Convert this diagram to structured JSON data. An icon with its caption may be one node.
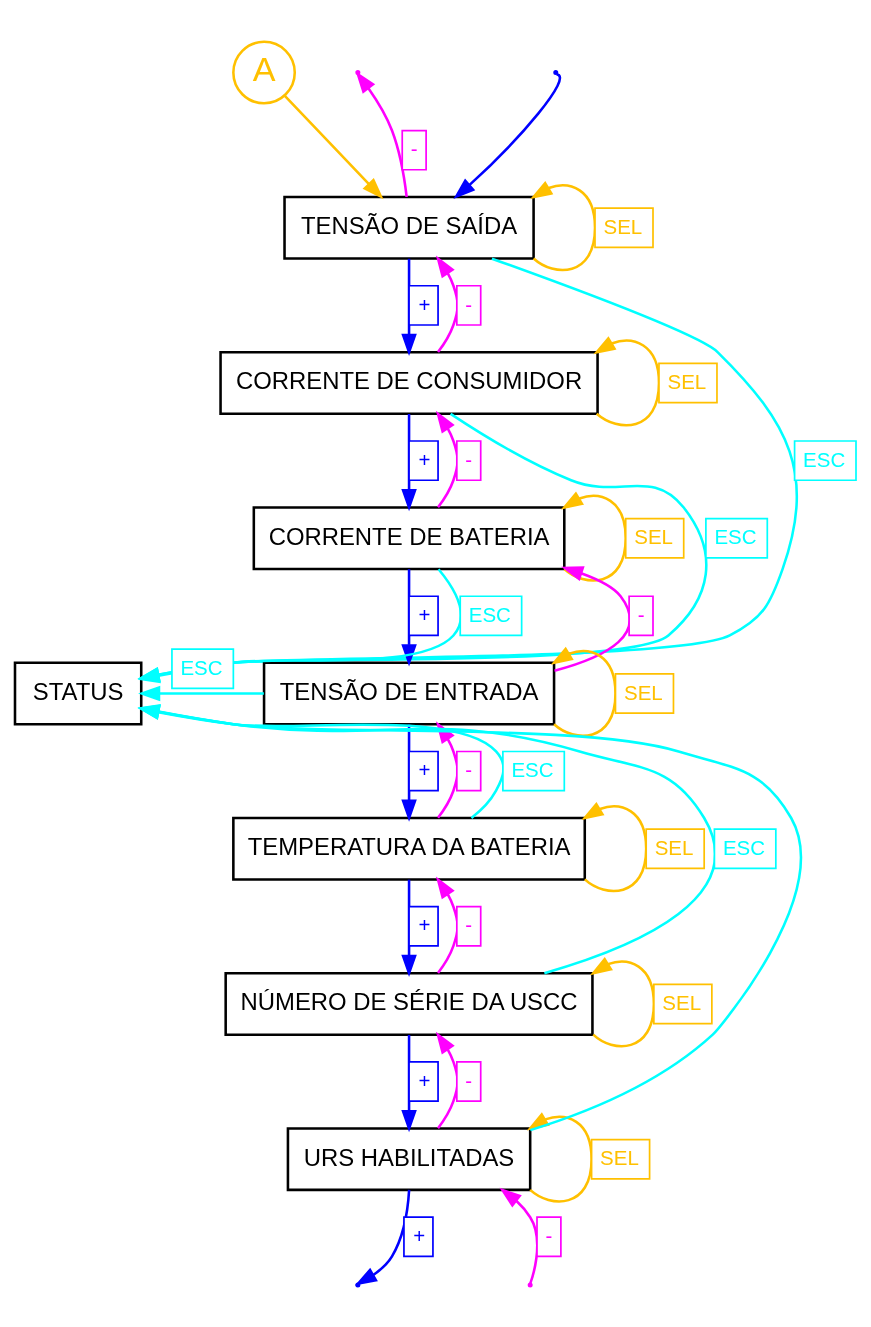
{
  "diagram": {
    "nodes": [
      {
        "text": [
          "A"
        ]
      },
      {
        "text": [
          "TENSÃO DE SAÍDA"
        ]
      },
      {
        "text": [
          "CORRENTE DE CONSUMIDOR"
        ]
      },
      {
        "text": [
          "CORRENTE DE BATERIA"
        ]
      },
      {
        "text": [
          "TENSÃO DE ENTRADA"
        ]
      },
      {
        "text": [
          "TEMPERATURA DA BATERIA"
        ]
      },
      {
        "text": [
          "NÚMERO DE SÉRIE DA USCC"
        ]
      },
      {
        "text": [
          "URS HABILITADAS"
        ]
      },
      {
        "text": [
          "STATUS"
        ]
      }
    ],
    "edges": [
      {
        "from": 0,
        "to": 1,
        "arrow": "to",
        "color": "#ffc000"
      },
      {
        "from": null,
        "to": 1,
        "arrow": "to",
        "color": "#0000ff"
      },
      {
        "from": 1,
        "to": null,
        "arrow": "to",
        "label": "-",
        "color": "#ff00ff"
      },
      {
        "from": 1,
        "to": 1,
        "arrow": "to",
        "label": "SEL",
        "color": "#ffc000"
      },
      {
        "from": 1,
        "to": 8,
        "arrow": "to",
        "label": "ESC",
        "color": "#00ffff"
      },
      {
        "from": 1,
        "to": 2,
        "arrow": "to",
        "label": "+",
        "color": "#0000ff"
      },
      {
        "from": 2,
        "to": 1,
        "arrow": "to",
        "label": "-",
        "color": "#ff00ff"
      },
      {
        "from": 2,
        "to": 2,
        "arrow": "to",
        "label": "SEL",
        "color": "#ffc000"
      },
      {
        "from": 2,
        "to": 8,
        "arrow": "to",
        "label": "ESC",
        "color": "#00ffff"
      },
      {
        "from": 2,
        "to": 3,
        "arrow": "to",
        "label": "+",
        "color": "#0000ff"
      },
      {
        "from": 3,
        "to": 2,
        "arrow": "to",
        "label": "-",
        "color": "#ff00ff"
      },
      {
        "from": 3,
        "to": 3,
        "arrow": "to",
        "label": "SEL",
        "color": "#ffc000"
      },
      {
        "from": 3,
        "to": 8,
        "arrow": "to",
        "label": "ESC",
        "color": "#00ffff"
      },
      {
        "from": 3,
        "to": 4,
        "arrow": "to",
        "label": "+",
        "color": "#0000ff"
      },
      {
        "from": 4,
        "to": 3,
        "arrow": "to",
        "label": "-",
        "color": "#ff00ff"
      },
      {
        "from": 4,
        "to": 4,
        "arrow": "to",
        "label": "SEL",
        "color": "#ffc000"
      },
      {
        "from": 4,
        "to": 8,
        "arrow": "to",
        "label": "ESC",
        "color": "#00ffff"
      },
      {
        "from": 4,
        "to": 5,
        "arrow": "to",
        "label": "+",
        "color": "#0000ff"
      },
      {
        "from": 5,
        "to": 4,
        "arrow": "to",
        "label": "-",
        "color": "#ff00ff"
      },
      {
        "from": 5,
        "to": 5,
        "arrow": "to",
        "label": "SEL",
        "color": "#ffc000"
      },
      {
        "from": 5,
        "to": 8,
        "arrow": "to",
        "label": "ESC",
        "color": "#00ffff"
      },
      {
        "from": 5,
        "to": 6,
        "arrow": "to",
        "label": "+",
        "color": "#0000ff"
      },
      {
        "from": 6,
        "to": 5,
        "arrow": "to",
        "label": "-",
        "color": "#ff00ff"
      },
      {
        "from": 6,
        "to": 6,
        "arrow": "to",
        "label": "SEL",
        "color": "#ffc000"
      },
      {
        "from": 6,
        "to": 8,
        "arrow": "to",
        "label": "ESC",
        "color": "#00ffff"
      },
      {
        "from": 6,
        "to": 7,
        "arrow": "to",
        "label": "+",
        "color": "#0000ff"
      },
      {
        "from": 7,
        "to": 6,
        "arrow": "to",
        "label": "-",
        "color": "#ff00ff"
      },
      {
        "from": 7,
        "to": 7,
        "arrow": "to",
        "label": "SEL",
        "color": "#ffc000"
      },
      {
        "from": 7,
        "to": 8,
        "arrow": "to",
        "color": "#00ffff"
      },
      {
        "from": 7,
        "to": null,
        "arrow": "to",
        "label": "+",
        "color": "#0000ff"
      },
      {
        "from": null,
        "to": 7,
        "arrow": "to",
        "label": "-",
        "color": "#ff00ff"
      }
    ]
  }
}
